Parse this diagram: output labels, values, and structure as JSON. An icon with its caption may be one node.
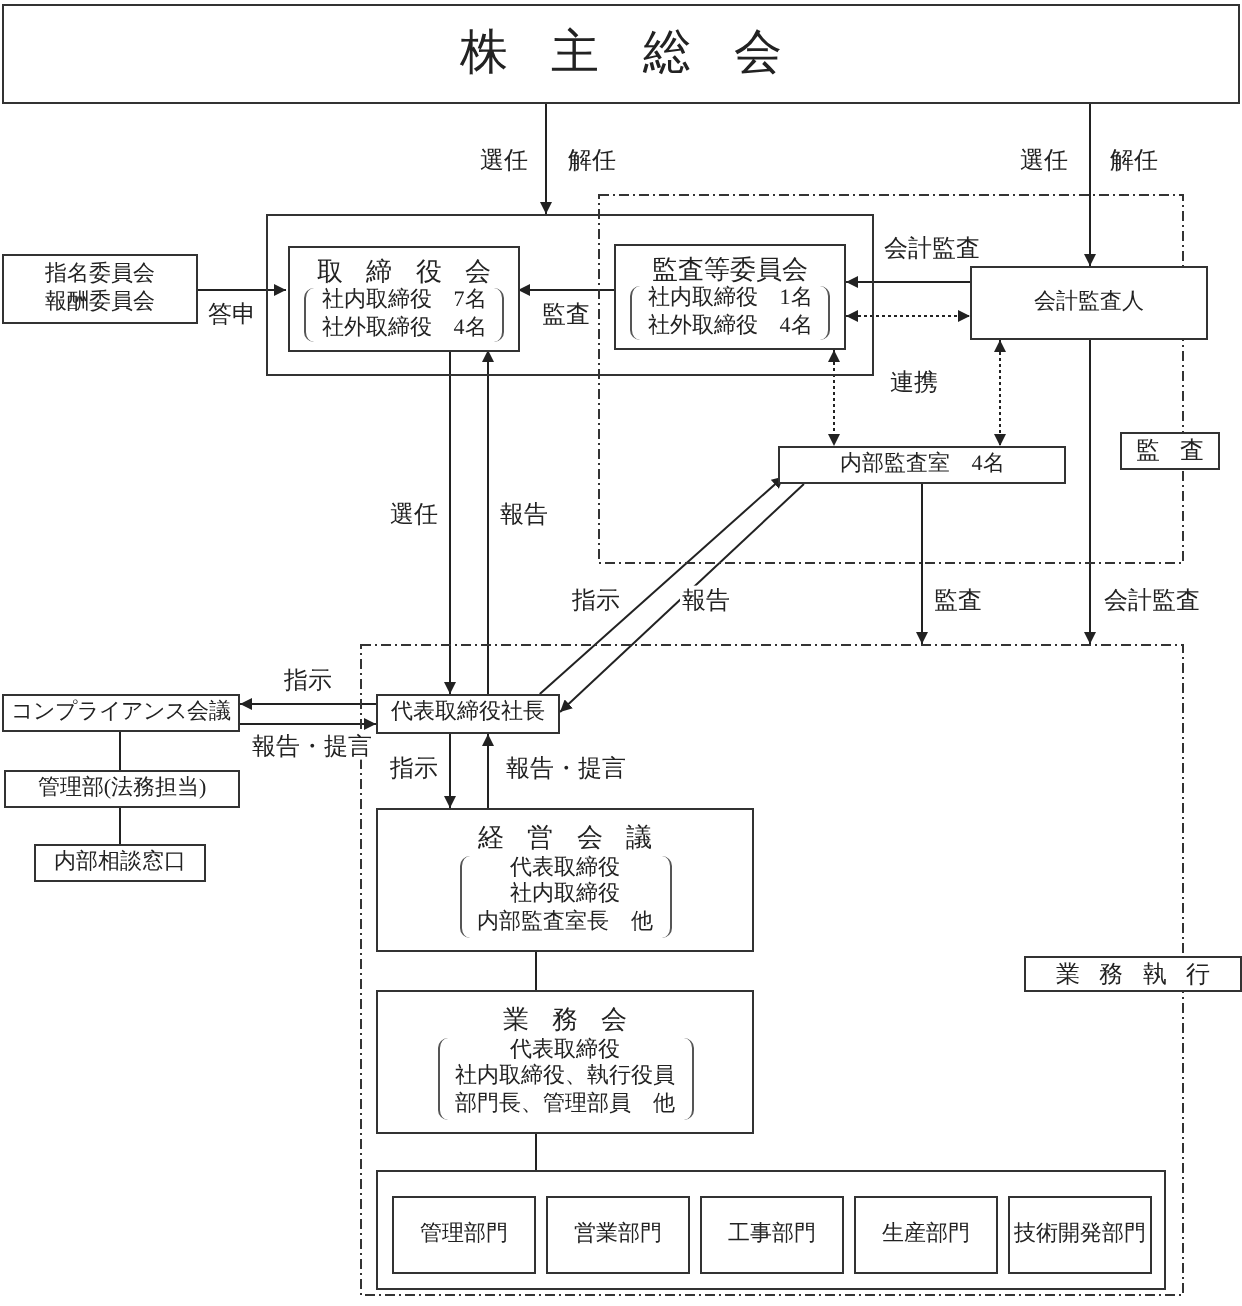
{
  "diagram": {
    "nodes": [
      {
        "text": [
          "株主総会"
        ]
      },
      {
        "text": [],
        "shape": "box"
      },
      {
        "text": [
          "取締役会",
          "社内取締役　7名",
          "社外取締役　4名"
        ],
        "in": 1
      },
      {
        "text": [
          "監査等委員会",
          "社内取締役　1名",
          "社外取締役　4名"
        ]
      },
      {
        "text": [],
        "shape": "box"
      },
      {
        "text": [
          "指名委員会",
          "報酬委員会"
        ]
      },
      {
        "text": [
          "会計監査人"
        ]
      },
      {
        "text": [
          "内部監査室　4名"
        ],
        "in": 4
      },
      {
        "text": [
          "監査"
        ]
      },
      {
        "text": [],
        "shape": "box"
      },
      {
        "text": [
          "コンプライアンス会議"
        ]
      },
      {
        "text": [
          "管理部(法務担当)"
        ]
      },
      {
        "text": [
          "内部相談窓口"
        ]
      },
      {
        "text": [
          "代表取締役社長"
        ],
        "in": 9
      },
      {
        "text": [
          "経営会議",
          "代表取締役",
          "社内取締役",
          "内部監査室長　他"
        ],
        "in": 9
      },
      {
        "text": [
          "業務会",
          "代表取締役",
          "社内取締役、執行役員",
          "部門長、管理部員　他"
        ],
        "in": 9
      },
      {
        "text": [],
        "shape": "box",
        "in": 9
      },
      {
        "text": [
          "管理部門"
        ],
        "in": 16
      },
      {
        "text": [
          "営業部門"
        ],
        "in": 16
      },
      {
        "text": [
          "工事部門"
        ],
        "in": 16
      },
      {
        "text": [
          "生産部門"
        ],
        "in": 16
      },
      {
        "text": [
          "技術開発部門"
        ],
        "in": 16
      },
      {
        "text": [
          "業務執行"
        ]
      }
    ],
    "edges": [
      {
        "from": 0,
        "to": 1,
        "arrow": "to",
        "label": "選任"
      },
      {
        "from": 0,
        "to": 6,
        "arrow": "to",
        "label": "選任"
      },
      {
        "from": 5,
        "to": 2,
        "arrow": "to",
        "label": "答申"
      },
      {
        "from": 3,
        "to": 2,
        "arrow": "to",
        "label": "監査"
      },
      {
        "from": 6,
        "to": 3,
        "arrow": "to",
        "label": "会計監査"
      },
      {
        "from": 3,
        "to": 6,
        "arrow": "both",
        "style": "dashed"
      },
      {
        "from": 3,
        "to": 7,
        "arrow": "both",
        "style": "dashed"
      },
      {
        "from": 6,
        "to": 7,
        "arrow": "both",
        "style": "dashed"
      },
      {
        "from": 2,
        "to": 13,
        "arrow": "to",
        "label": "選任"
      },
      {
        "from": 13,
        "to": 2,
        "arrow": "to",
        "label": "報告"
      },
      {
        "from": 13,
        "to": 7,
        "arrow": "to",
        "label": "指示"
      },
      {
        "from": 7,
        "to": 13,
        "arrow": "to",
        "label": "報告"
      },
      {
        "from": 7,
        "to": 9,
        "arrow": "to",
        "label": "監査"
      },
      {
        "from": 6,
        "to": 9,
        "arrow": "to",
        "label": "会計監査"
      },
      {
        "from": 13,
        "to": 10,
        "arrow": "to",
        "label": "指示"
      },
      {
        "from": 10,
        "to": 13,
        "arrow": "to",
        "label": "報告・提言"
      },
      {
        "from": 10,
        "to": 11,
        "arrow": "none"
      },
      {
        "from": 11,
        "to": 12,
        "arrow": "none"
      },
      {
        "from": 13,
        "to": 14,
        "arrow": "to",
        "label": "指示"
      },
      {
        "from": 14,
        "to": 13,
        "arrow": "to",
        "label": "報告・提言"
      },
      {
        "from": 14,
        "to": 15,
        "arrow": "none"
      },
      {
        "from": 15,
        "to": 16,
        "arrow": "none"
      }
    ],
    "labels": [
      "解任",
      "解任",
      "連携"
    ]
  }
}
